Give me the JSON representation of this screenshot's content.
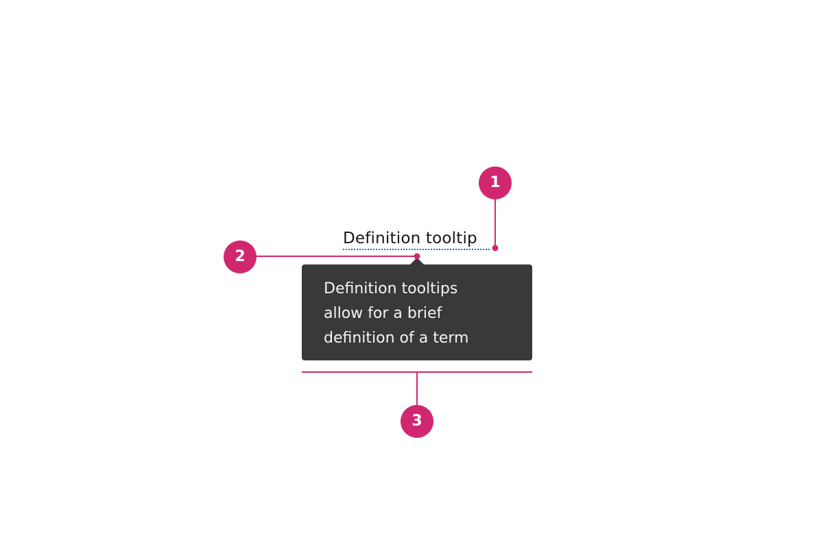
{
  "term": {
    "label": "Definition tooltip"
  },
  "tooltip": {
    "body": "Definition tooltips\nallow for a brief\ndefinition of a term"
  },
  "callouts": [
    {
      "number": "1"
    },
    {
      "number": "2"
    },
    {
      "number": "3"
    }
  ],
  "colors": {
    "callout": "#d12771",
    "tooltip_background": "#393939",
    "tooltip_text": "#f4f4f4",
    "term_text": "#161616",
    "underline": "#0f62fe",
    "background": "#ffffff"
  }
}
